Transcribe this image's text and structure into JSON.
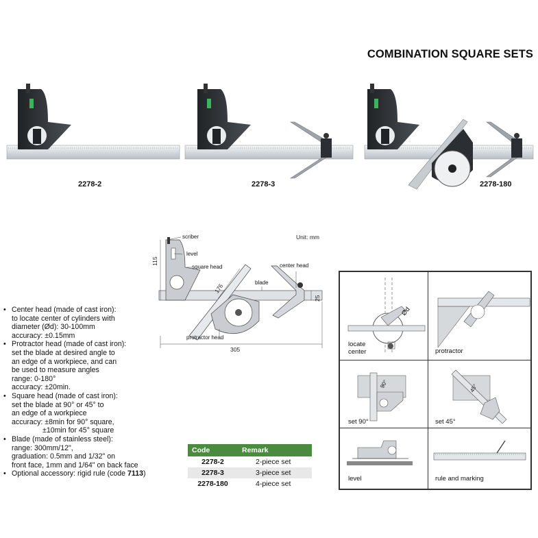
{
  "title": "COMBINATION SQUARE SETS",
  "products": [
    {
      "code": "2278-2"
    },
    {
      "code": "2278-3"
    },
    {
      "code": "2278-180"
    }
  ],
  "drawing": {
    "unit": "Unit: mm",
    "parts": {
      "scriber": "scriber",
      "level": "level",
      "square_head": "square head",
      "center_head": "center head",
      "blade": "blade",
      "protractor_head": "protractor head"
    },
    "dims": {
      "height": "115",
      "diag": "176",
      "thick": "25",
      "length": "305"
    }
  },
  "features": [
    {
      "lines": [
        "Center head (made of cast iron):",
        "to locate center of cylinders with",
        "diameter (Ød): 30-100mm",
        "accuracy: ±0.15mm"
      ]
    },
    {
      "lines": [
        "Protractor head (made of cast iron):",
        "set the blade at desired angle to",
        "an edge of a workpiece, and can",
        "be used to measure angles",
        "range: 0-180°",
        "accuracy: ±20min."
      ]
    },
    {
      "lines": [
        "Square head (made of cast iron):",
        "set the blade at 90° or 45° to",
        "an edge of a workpiece",
        "accuracy: ±8min for 90° square,"
      ],
      "extra": "±10min for 45° square"
    },
    {
      "lines": [
        "Blade (made of stainless steel):",
        "range: 300mm/12\",",
        "graduation: 0.5mm and 1/32\" on",
        "front face, 1mm and 1/64\" on back face"
      ]
    },
    {
      "prefix": "Optional accessory: rigid rule (code ",
      "bold": "7113",
      "suffix": ")"
    }
  ],
  "table": {
    "headers": [
      "Code",
      "Remark"
    ],
    "rows": [
      [
        "2278-2",
        "2-piece set"
      ],
      [
        "2278-3",
        "3-piece set"
      ],
      [
        "2278-180",
        "4-piece set"
      ]
    ]
  },
  "usage": {
    "locate_center": "locate\ncenter",
    "phi_d": "Ød",
    "protractor": "protractor",
    "set90": "set 90°",
    "set90_angle": "90°",
    "set45": "set 45°",
    "set45_angle": "45°",
    "level": "level",
    "rule_marking": "rule and marking"
  },
  "colors": {
    "accent": "#4a8b3f",
    "head": "#2b2f33",
    "blade": "#d9dde1"
  }
}
